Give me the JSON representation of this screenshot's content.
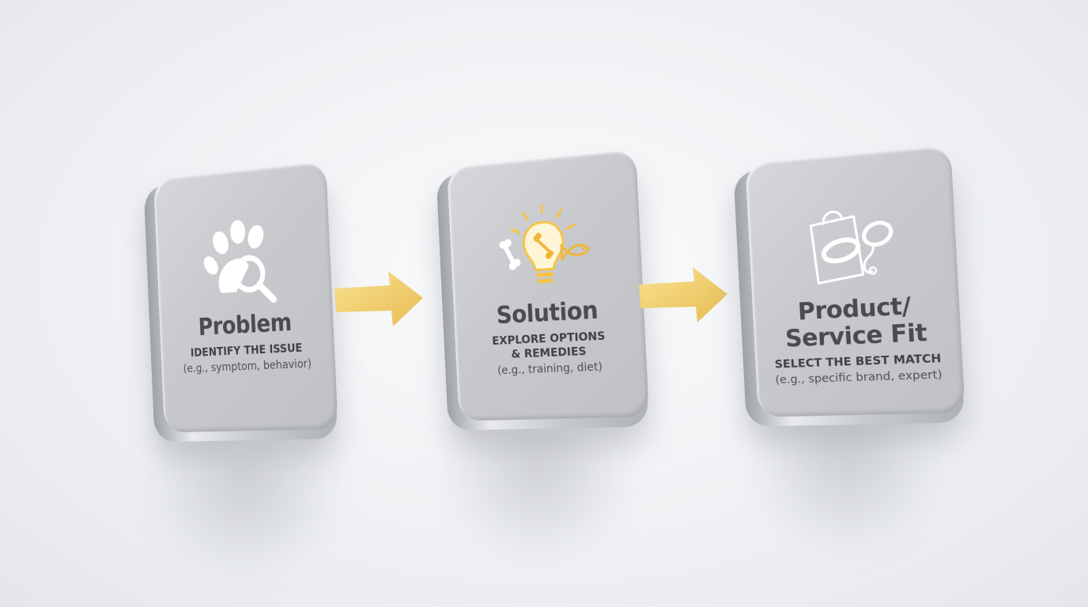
{
  "steps": [
    {
      "icon": "paw-magnifier-icon",
      "title": "Problem",
      "subtitle": "IDENTIFY THE ISSUE",
      "example": "(e.g., symptom, behavior)"
    },
    {
      "icon": "lightbulb-bone-fish-icon",
      "title": "Solution",
      "subtitle_line1": "EXPLORE OPTIONS",
      "subtitle_line2": "& REMEDIES",
      "example": "(e.g., training, diet)"
    },
    {
      "icon": "shopping-bag-collar-icon",
      "title_line1": "Product/",
      "title_line2": "Service Fit",
      "subtitle": "SELECT THE BEST MATCH",
      "example": "(e.g., specific brand, expert)"
    }
  ],
  "colors": {
    "card_face": "#c9cbcf",
    "text": "#4a4b4e",
    "arrow": "#f2d36a",
    "glow": "#f7c948"
  }
}
